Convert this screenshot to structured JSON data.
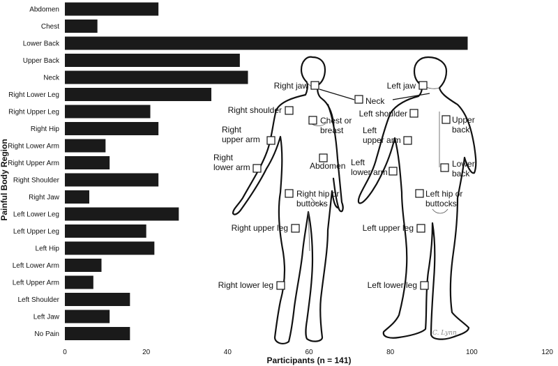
{
  "chart_data": {
    "type": "bar",
    "orientation": "horizontal",
    "categories": [
      "Abdomen",
      "Chest",
      "Lower Back",
      "Upper Back",
      "Neck",
      "Right Lower Leg",
      "Right Upper Leg",
      "Right Hip",
      "Right Lower Arm",
      "Right Upper Arm",
      "Right Shoulder",
      "Right Jaw",
      "Left Lower Leg",
      "Left Upper Leg",
      "Left Hip",
      "Left Lower Arm",
      "Left Upper Arm",
      "Left Shoulder",
      "Left Jaw",
      "No Pain"
    ],
    "values": [
      23,
      8,
      99,
      43,
      45,
      36,
      21,
      23,
      10,
      11,
      23,
      6,
      28,
      20,
      22,
      9,
      7,
      16,
      11,
      16
    ],
    "xlabel": "Participants (n = 141)",
    "ylabel": "Painful Body Region",
    "xlim": [
      0,
      120
    ],
    "xticks": [
      0,
      20,
      40,
      60,
      80,
      100,
      120
    ],
    "bar_color": "#1a1a1a",
    "grid": false
  },
  "figure": {
    "signature": "C. Lynn",
    "front_labels": {
      "right_jaw": "Right jaw",
      "right_shoulder": "Right shoulder",
      "chest": "Chest or breast",
      "right_upper_arm": "Right upper arm",
      "right_lower_arm": "Right lower arm",
      "abdomen": "Abdomen",
      "right_hip": "Right hip or buttocks",
      "right_upper_leg": "Right upper leg",
      "right_lower_leg": "Right lower leg"
    },
    "neck_label": "Neck",
    "back_labels": {
      "left_jaw": "Left jaw",
      "left_shoulder": "Left shoulder",
      "upper_back": "Upper back",
      "left_upper_arm": "Left upper arm",
      "left_lower_arm": "Left lower arm",
      "lower_back": "Lower back",
      "left_hip": "Left hip or buttocks",
      "left_upper_leg": "Left upper leg",
      "left_lower_leg": "Left lower leg"
    }
  }
}
